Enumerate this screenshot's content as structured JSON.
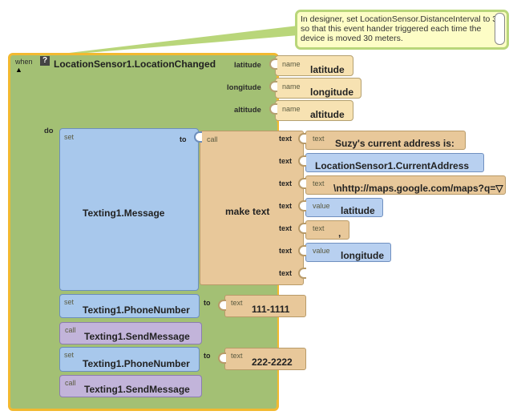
{
  "comment": {
    "text": "In designer, set LocationSensor.DistanceInterval to 30 so that this event hander triggered  each time the device is moved 30 meters."
  },
  "event": {
    "when_label": "when",
    "question_icon": "?",
    "title": "LocationSensor1.LocationChanged",
    "do_label": "do",
    "params": [
      {
        "slot": "latitude",
        "name_label": "name",
        "value": "latitude"
      },
      {
        "slot": "longitude",
        "name_label": "name",
        "value": "longitude"
      },
      {
        "slot": "altitude",
        "name_label": "name",
        "value": "altitude"
      }
    ]
  },
  "set_message": {
    "set_label": "set",
    "to_label": "to",
    "property": "Texting1.Message",
    "call_label": "call",
    "make_text": "make text",
    "text_slot_label": "text",
    "items": [
      {
        "type_label": "text",
        "value": "Suzy's current address is:"
      },
      {
        "type_label": "",
        "value": "LocationSensor1.CurrentAddress"
      },
      {
        "type_label": "text",
        "value": "\\nhttp://maps.google.com/maps?q=▽"
      },
      {
        "type_label": "value",
        "value": "latitude"
      },
      {
        "type_label": "text",
        "value": ","
      },
      {
        "type_label": "value",
        "value": "longitude"
      },
      {
        "type_label": "",
        "value": ""
      }
    ]
  },
  "set_phone_1": {
    "set_label": "set",
    "to_label": "to",
    "property": "Texting1.PhoneNumber",
    "text_label": "text",
    "value": "111-1111"
  },
  "call_send_1": {
    "call_label": "call",
    "method": "Texting1.SendMessage"
  },
  "set_phone_2": {
    "set_label": "set",
    "to_label": "to",
    "property": "Texting1.PhoneNumber",
    "text_label": "text",
    "value": "222-2222"
  },
  "call_send_2": {
    "call_label": "call",
    "method": "Texting1.SendMessage"
  },
  "colors": {
    "event_fill": "#a3c074",
    "event_border": "#f2b930",
    "setter_fill": "#a8c8ec",
    "text_fill": "#e8c89a",
    "call_fill": "#c2b4da",
    "comment_fill": "#fdfdc6"
  }
}
